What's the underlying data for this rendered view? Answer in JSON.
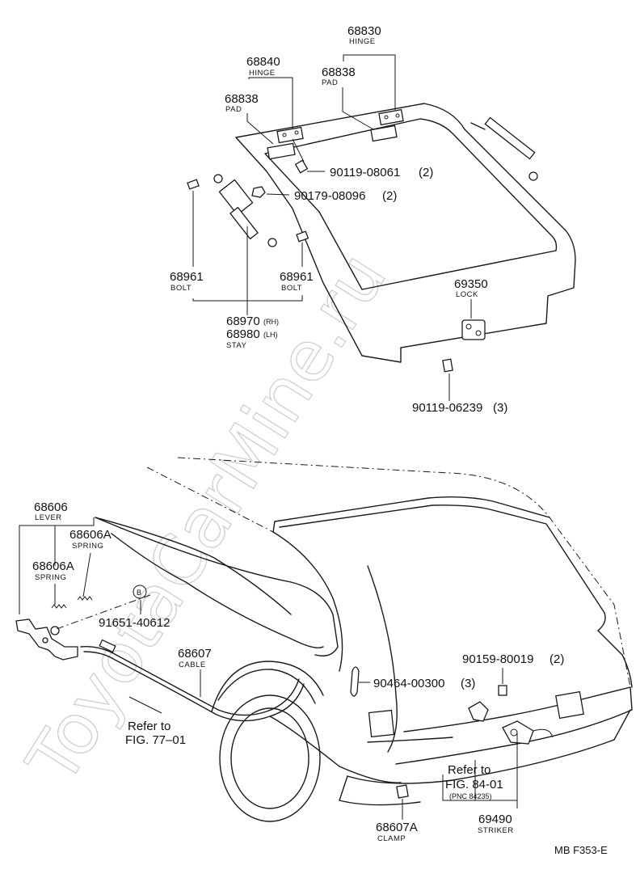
{
  "watermark": "ToyotaCarMine.ru",
  "upper_parts": {
    "hinge_68830": {
      "number": "68830",
      "desc": "HINGE"
    },
    "pad_68838_right": {
      "number": "68838",
      "desc": "PAD"
    },
    "hinge_68840": {
      "number": "68840",
      "desc": "HINGE"
    },
    "pad_68838_left": {
      "number": "68838",
      "desc": "PAD"
    },
    "bolt_90119_08061": {
      "number": "90119-08061",
      "qty": "(2)"
    },
    "nut_90179_08096": {
      "number": "90179-08096",
      "qty": "(2)"
    },
    "bolt_68961_left": {
      "number": "68961",
      "desc": "BOLT"
    },
    "bolt_68961_right": {
      "number": "68961",
      "desc": "BOLT"
    },
    "stay_rh": {
      "number": "68970",
      "side": "(RH)"
    },
    "stay_lh": {
      "number": "68980",
      "side": "(LH)"
    },
    "stay_desc": "STAY",
    "lock_69350": {
      "number": "69350",
      "desc": "LOCK"
    },
    "screw_90119_06239": {
      "number": "90119-06239",
      "qty": "(3)"
    }
  },
  "lower_parts": {
    "lever_68606": {
      "number": "68606",
      "desc": "LEVER"
    },
    "spring_68606a_right": {
      "number": "68606A",
      "desc": "SPRING"
    },
    "spring_68606a_left": {
      "number": "68606A",
      "desc": "SPRING"
    },
    "circle_mark": "B",
    "bolt_91651_40612": {
      "number": "91651-40612"
    },
    "cable_68607": {
      "number": "68607",
      "desc": "CABLE"
    },
    "refer_fig77": {
      "line1": "Refer to",
      "line2": "FIG. 77–01"
    },
    "clip_90464_00300": {
      "number": "90464-00300",
      "qty": "(3)"
    },
    "screw_90159_80019": {
      "number": "90159-80019",
      "qty": "(2)"
    },
    "refer_fig84": {
      "line1": "Refer to",
      "line2": "FIG. 84-01",
      "line3": "(PNC 84235)"
    },
    "striker_69490": {
      "number": "69490",
      "desc": "STRIKER"
    },
    "clamp_68607a": {
      "number": "68607A",
      "desc": "CLAMP"
    }
  },
  "footer": {
    "code": "MB  F353-E"
  }
}
